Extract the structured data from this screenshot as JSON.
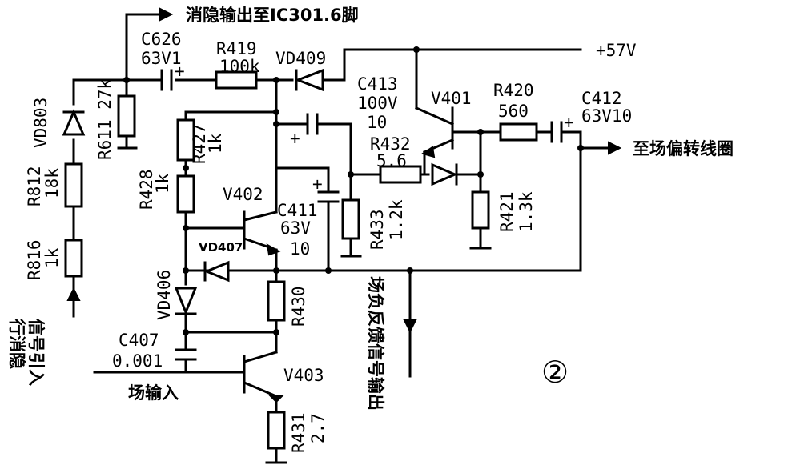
{
  "labels": {
    "mute_out": "消隐输出至IC301.6脚",
    "c626": "C626",
    "c626_val": "63V1",
    "r419": "R419",
    "r419_val": "100k",
    "vd409": "VD409",
    "plus57": "+57V",
    "c413": "C413",
    "c413_v": "100V",
    "c413_c": "10",
    "v401": "V401",
    "r420": "R420",
    "r420_val": "560",
    "c412": "C412",
    "c412_val": "63V10",
    "r432": "R432",
    "r432_val": "5.6",
    "to_coil": "至场偏转线圈",
    "vd803": "VD803",
    "r611": "R611 27k",
    "r812": "R812",
    "r812_val": "18k",
    "r427": "R427",
    "r427_val": "1k",
    "r428": "R428",
    "r428_val": "1k",
    "v402": "V402",
    "c411": "C411",
    "c411_v": "63V",
    "c411_c": "10",
    "r433": "R433",
    "r433_val": "1.2k",
    "r421": "R421",
    "r421_val": "1.3k",
    "vd407": "VD407",
    "r816": "R816",
    "r816_val": "1k",
    "vd406": "VD406",
    "r430": "R430",
    "feedback": "场负反馈信号输出",
    "line_mute_in_1": "行消隐",
    "line_mute_in_2": "信号引入",
    "c407": "C407",
    "c407_val": "0.001",
    "v403": "V403",
    "field_in": "场输入",
    "r431": "R431",
    "r431_val": "2.7",
    "fig_number": "②"
  }
}
